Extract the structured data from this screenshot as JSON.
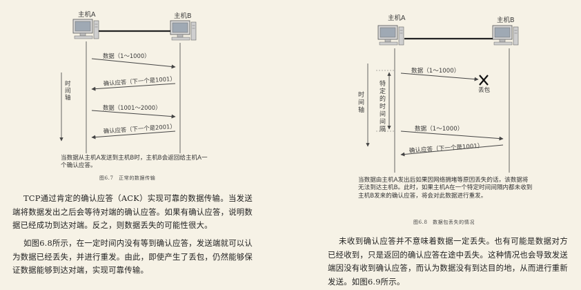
{
  "left_page": {
    "figure": {
      "host_a": "主机A",
      "host_b": "主机B",
      "time_axis": "时间轴",
      "messages": [
        "数据（1～1000）",
        "确认应答（下一个是1001）",
        "数据（1001～2000）",
        "确认应答（下一个是2001）"
      ],
      "note": "当数据从主机A发送到主机B时，主机B会返回给主机A一个确认应答。",
      "caption": "图6.7　正常的数据传输"
    },
    "paragraphs": [
      "TCP通过肯定的确认应答（ACK）实现可靠的数据传输。当发送端将数据发出之后会等待对端的确认应答。如果有确认应答，说明数据已经成功到达对端。反之，则数据丢失的可能性很大。",
      "如图6.8所示，在一定时间内没有等到确认应答，发送端就可以认为数据已经丢失，并进行重发。由此，即使产生了丢包，仍然能够保证数据能够到达对端，实现可靠传输。"
    ]
  },
  "right_page": {
    "figure": {
      "host_a": "主机A",
      "host_b": "主机B",
      "time_axis": "时间轴",
      "interval_label": "特定的时间间隔",
      "messages": [
        "数据（1～1000）",
        "数据（1～1000）",
        "确认应答（下一个是1001）"
      ],
      "loss_label": "丢包",
      "note": "当数据由主机A发出后如果因网络拥堵等原因丢失的话，该数据将无法到达主机B。此时，如果主机A在一个特定时间间隔内都未收到主机B发来的确认应答，将会对此数据进行重发。",
      "caption": "图6.8　数据包丢失的情况"
    },
    "paragraphs": [
      "未收到确认应答并不意味着数据一定丢失。也有可能是数据对方已经收到，只是返回的确认应答在途中丢失。这种情况也会导致发送端因没有收到确认应答，而认为数据没有到达目的地，从而进行重新发送。如图6.9所示。"
    ]
  },
  "colors": {
    "background": "#f6f2e6",
    "lines": "#555555",
    "loss_mark": "#111111"
  }
}
